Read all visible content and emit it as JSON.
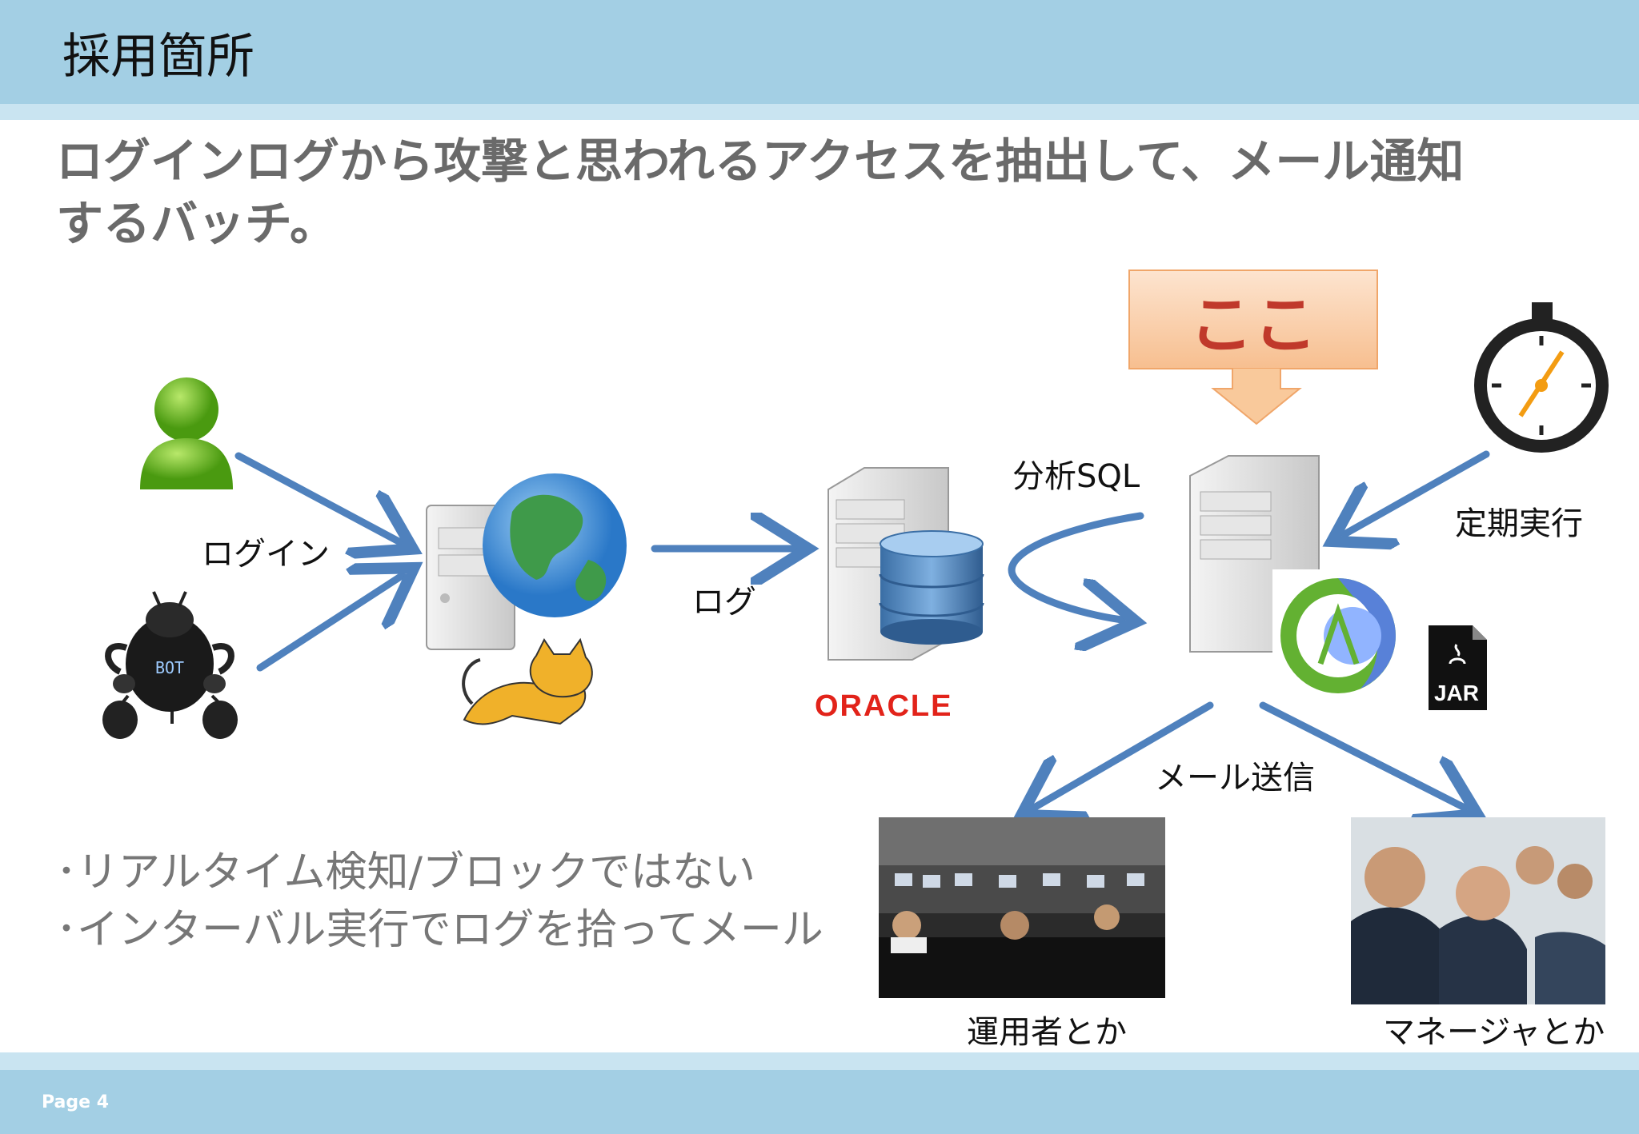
{
  "header": {
    "title": "採用箇所"
  },
  "subtitle": {
    "line1": "ログインログから攻撃と思われるアクセスを抽出して、メール通知",
    "line2": "するバッチ。"
  },
  "callout": {
    "text": "ここ"
  },
  "diagram": {
    "login_label": "ログイン",
    "log_label": "ログ",
    "analysis_label": "分析SQL",
    "schedule_label": "定期実行",
    "mail_label": "メール送信",
    "operators_label": "運用者とか",
    "managers_label": "マネージャとか",
    "oracle_logo": "ORACLE",
    "bot_text": "BOT",
    "jar_text": "JAR"
  },
  "bullets": [
    "･リアルタイム検知/ブロックではない",
    "･インターバル実行でログを拾ってメール"
  ],
  "footer": {
    "page": "Page 4"
  },
  "colors": {
    "header_bar": "#a3cfe4",
    "arrow": "#4f81bd",
    "callout_text": "#c0392b"
  }
}
